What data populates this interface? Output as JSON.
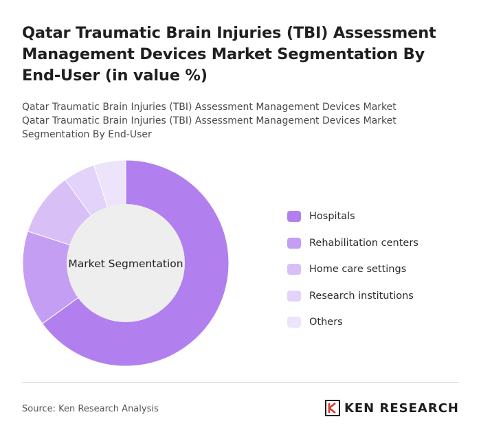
{
  "header": {
    "title": "Qatar Traumatic Brain Injuries (TBI) Assessment Management Devices Market Segmentation By End-User (in value %)",
    "subtitle_line1": "Qatar Traumatic Brain Injuries (TBI) Assessment Management Devices Market",
    "subtitle_line2": "Qatar Traumatic Brain Injuries (TBI) Assessment Management Devices Market Segmentation By End-User"
  },
  "chart_data": {
    "type": "pie",
    "variant": "donut",
    "center_label": "Market Segmentation",
    "categories": [
      "Hospitals",
      "Rehabilitation centers",
      "Home care settings",
      "Research institutions",
      "Others"
    ],
    "values": [
      65,
      15,
      10,
      5,
      5
    ],
    "colors": [
      "#b180ee",
      "#c49ef3",
      "#d8c0f7",
      "#e3d2f9",
      "#ede3fb"
    ],
    "legend_position": "right"
  },
  "footer": {
    "source": "Source: Ken Research Analysis",
    "brand": "KEN RESEARCH"
  }
}
